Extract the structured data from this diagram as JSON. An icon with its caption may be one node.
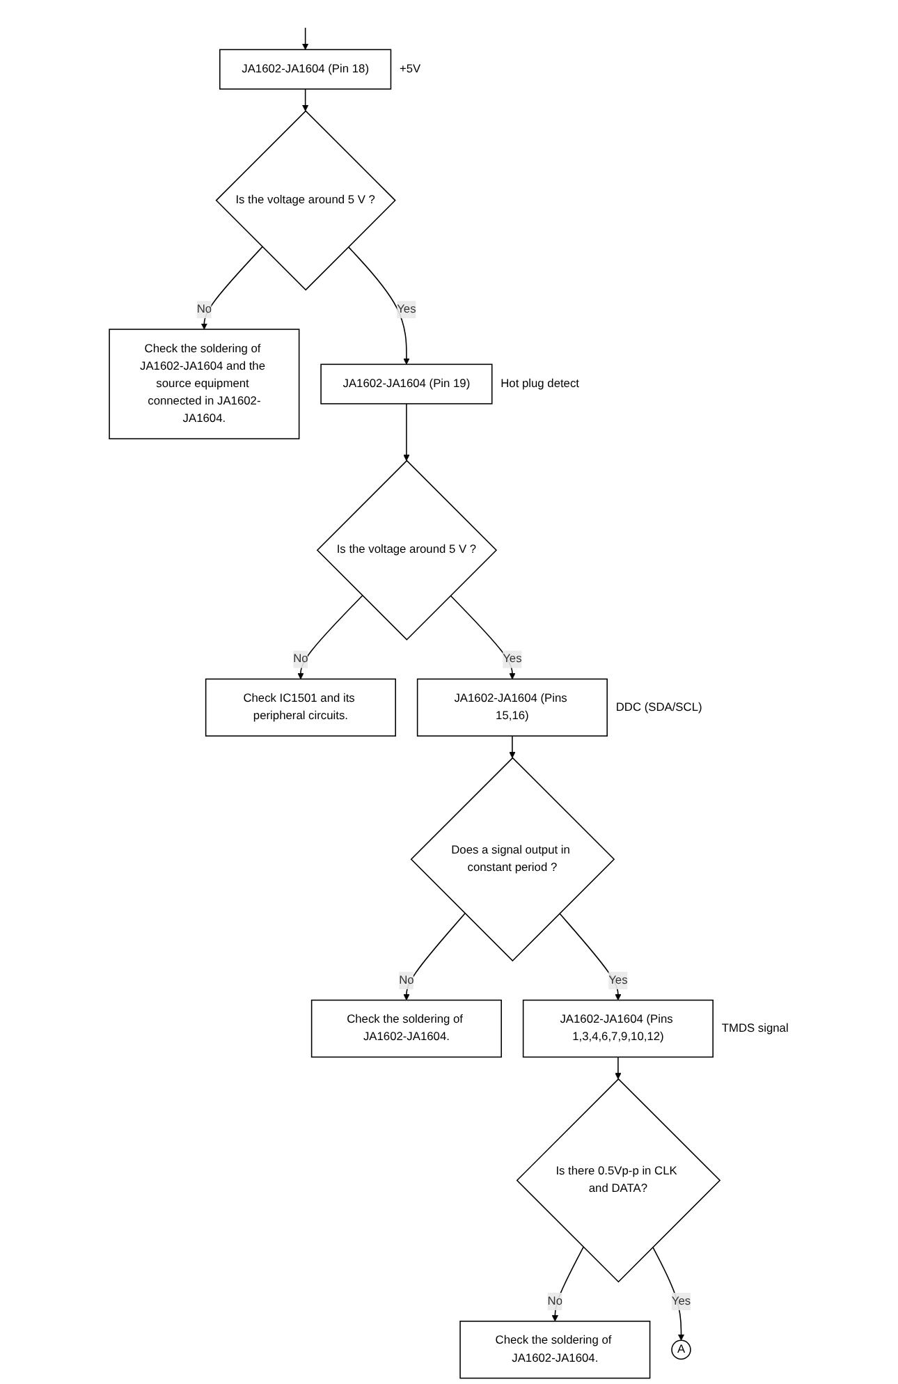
{
  "diagram": {
    "nodes": [
      {
        "text": [
          "JA1602-JA1604 (Pin 18)"
        ],
        "beside": [
          "+5V"
        ]
      },
      {
        "text": [
          "Is the voltage around 5 V ?"
        ]
      },
      {
        "text": [
          "Check the soldering of JA1602-JA1604 and the source equipment connected in JA1602-JA1604."
        ]
      },
      {
        "text": [
          "JA1602-JA1604 (Pin 19)"
        ],
        "beside": [
          "Hot plug detect"
        ]
      },
      {
        "text": [
          "Is the voltage around 5 V ?"
        ]
      },
      {
        "text": [
          "Check IC1501 and its peripheral circuits."
        ]
      },
      {
        "text": [
          "JA1602-JA1604 (Pins 15,16)"
        ],
        "beside": [
          "DDC (SDA/SCL)"
        ]
      },
      {
        "text": [
          "Does a signal output in constant period ?"
        ]
      },
      {
        "text": [
          "Check the soldering of JA1602-JA1604."
        ]
      },
      {
        "text": [
          "JA1602-JA1604 (Pins 1,3,4,6,7,9,10,12)"
        ],
        "beside": [
          "TMDS signal"
        ]
      },
      {
        "text": [
          "Is there 0.5Vp-p in CLK and DATA?"
        ]
      },
      {
        "text": [
          "Check the soldering of JA1602-JA1604."
        ]
      },
      {
        "text": [
          "A"
        ]
      }
    ],
    "edges": [
      {
        "from": null,
        "to": 0,
        "arrow": "to"
      },
      {
        "from": 0,
        "to": 1,
        "arrow": "to"
      },
      {
        "from": 1,
        "to": 2,
        "arrow": "to",
        "label": "No"
      },
      {
        "from": 1,
        "to": 3,
        "arrow": "to",
        "label": "Yes"
      },
      {
        "from": 3,
        "to": 4,
        "arrow": "to"
      },
      {
        "from": 4,
        "to": 5,
        "arrow": "to",
        "label": "No"
      },
      {
        "from": 4,
        "to": 6,
        "arrow": "to",
        "label": "Yes"
      },
      {
        "from": 6,
        "to": 7,
        "arrow": "to"
      },
      {
        "from": 7,
        "to": 8,
        "arrow": "to",
        "label": "No"
      },
      {
        "from": 7,
        "to": 9,
        "arrow": "to",
        "label": "Yes"
      },
      {
        "from": 9,
        "to": 10,
        "arrow": "to"
      },
      {
        "from": 10,
        "to": 11,
        "arrow": "to",
        "label": "No"
      },
      {
        "from": 10,
        "to": 12,
        "arrow": "to",
        "label": "Yes"
      }
    ]
  }
}
